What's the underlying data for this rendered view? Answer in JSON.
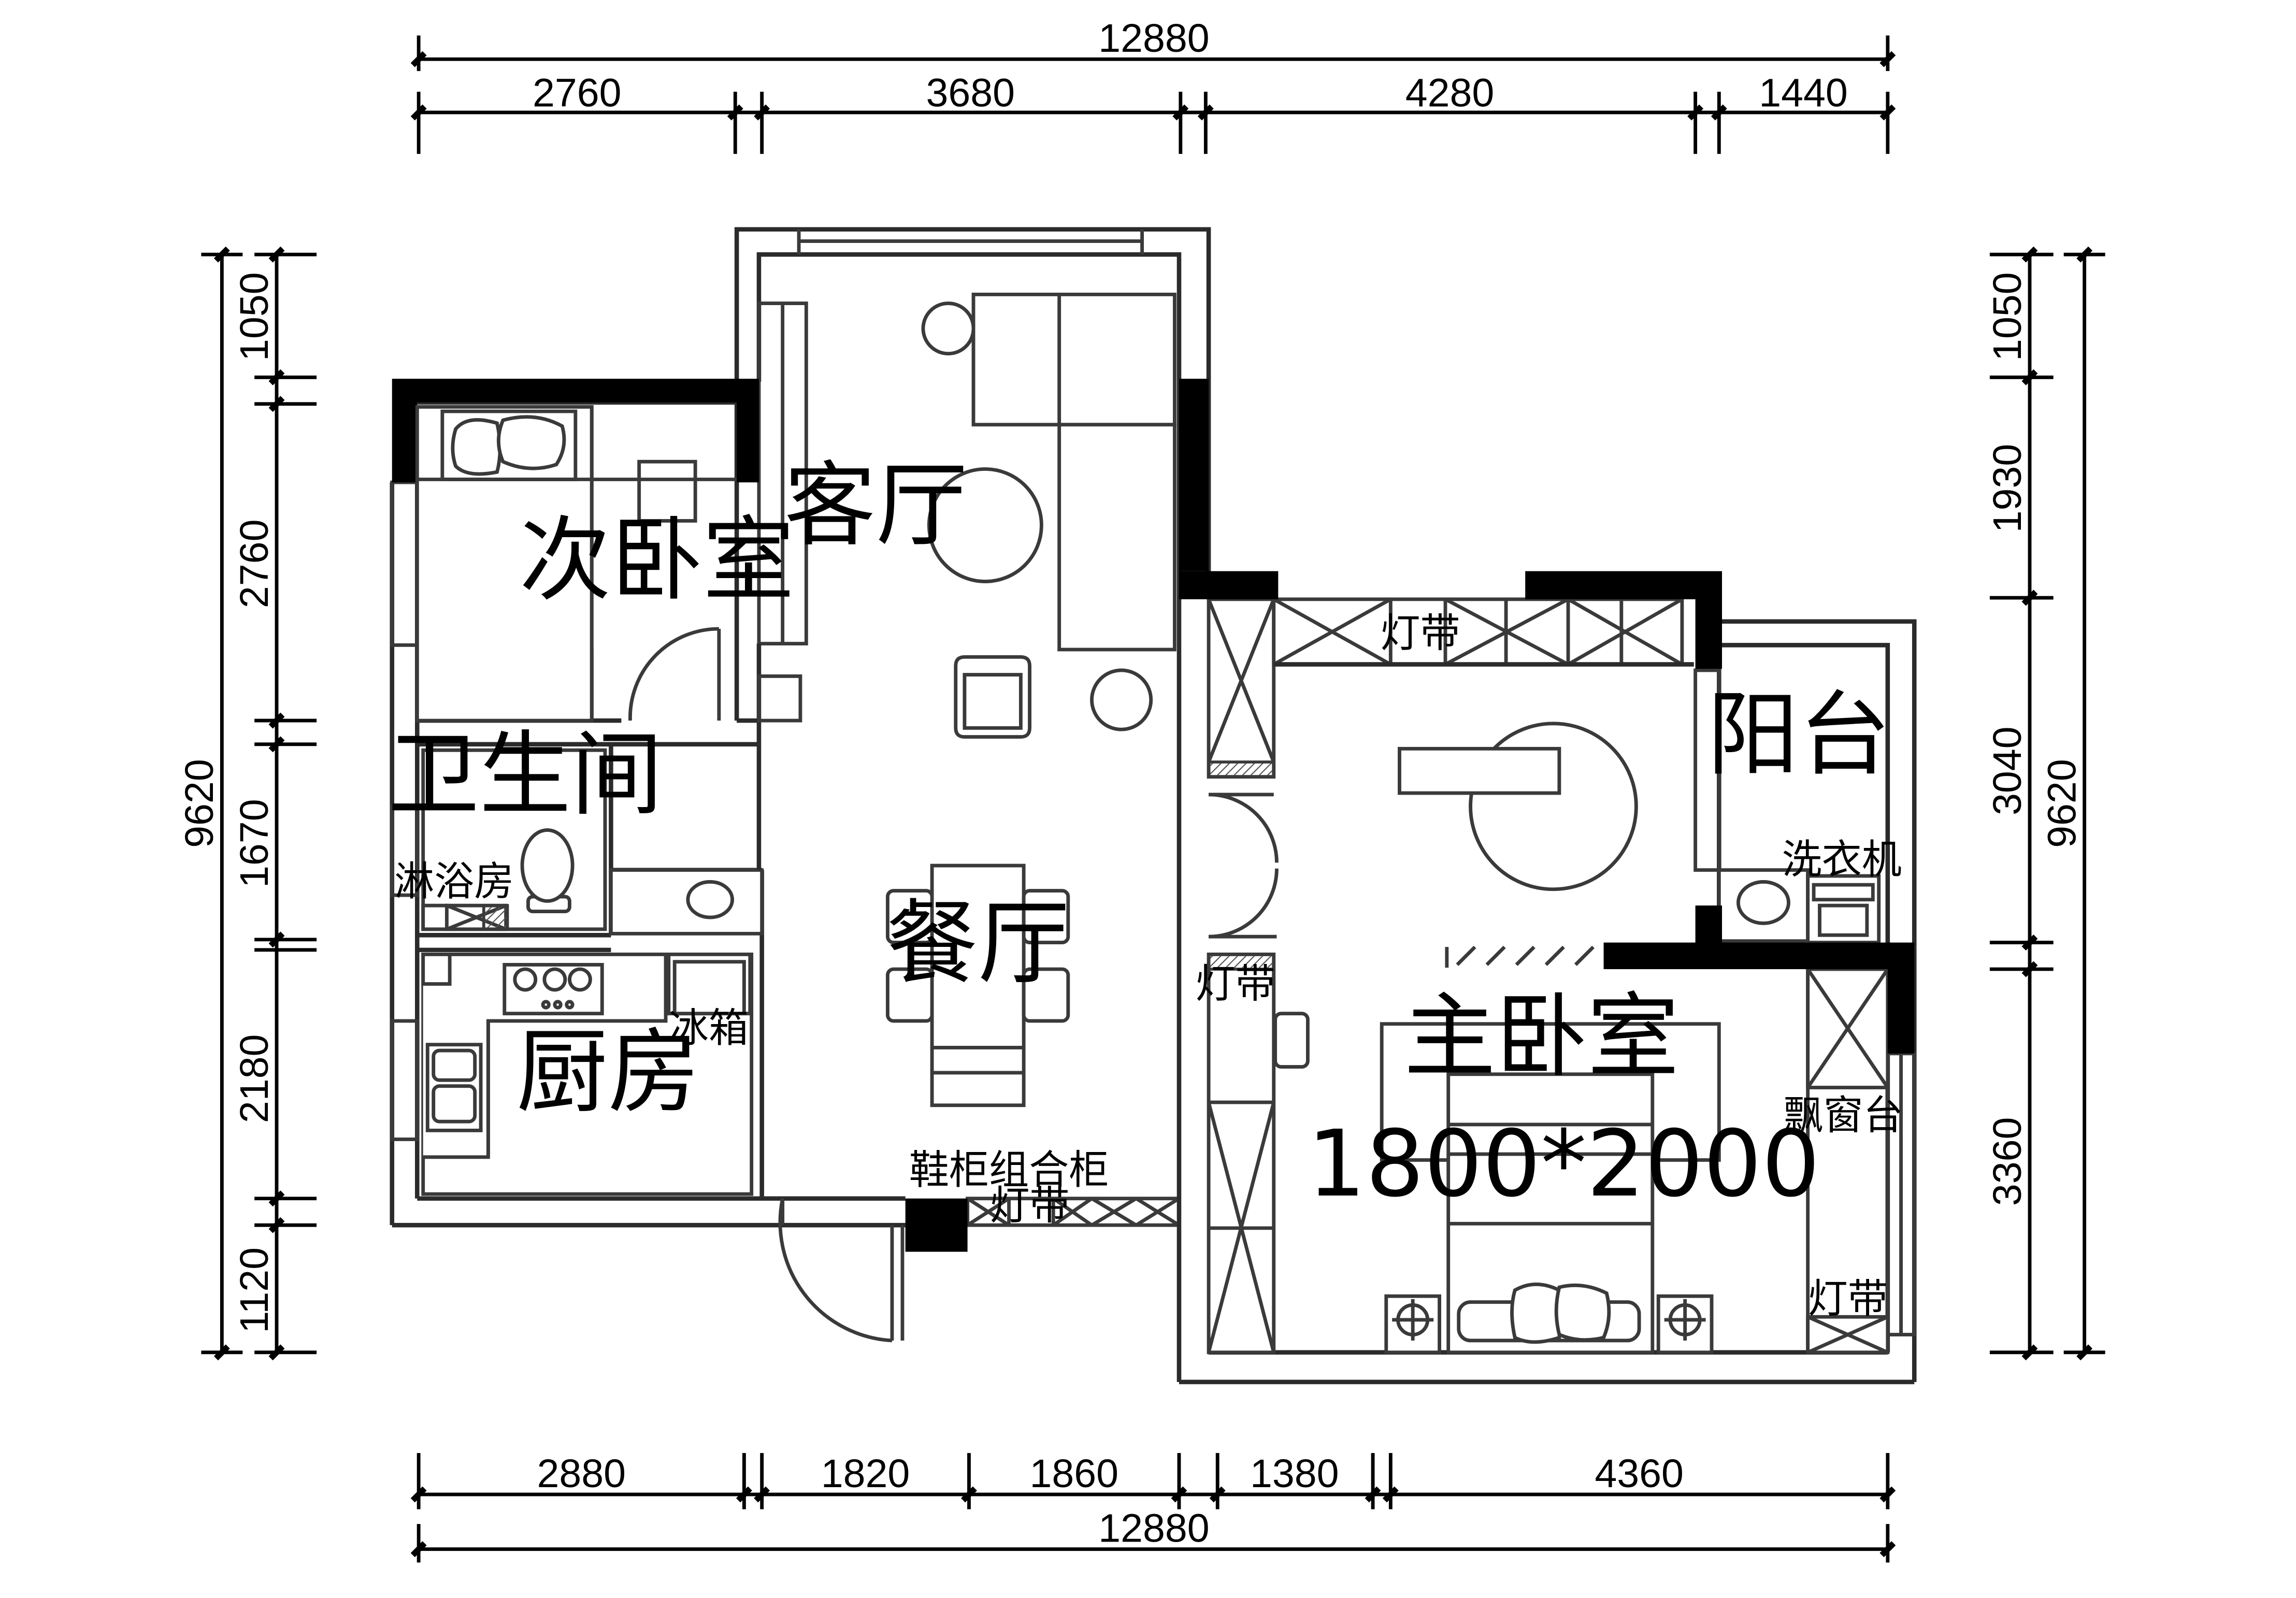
{
  "rooms": {
    "living": "客厅",
    "second_bedroom": "次卧室",
    "bathroom": "卫生间",
    "shower": "淋浴房",
    "kitchen": "厨房",
    "fridge": "冰箱",
    "dining": "餐厅",
    "shoe_cabinet": "鞋柜组合柜",
    "master_bedroom": "主卧室",
    "bed_size": "1800*2000",
    "balcony": "阳台",
    "washer": "洗衣机",
    "bay_window": "飘窗台"
  },
  "light_strip": "灯带",
  "dimensions": {
    "top_total": "12880",
    "top": [
      "2760",
      "3680",
      "4280",
      "1440"
    ],
    "bottom_total": "12880",
    "bottom": [
      "2880",
      "1820",
      "1860",
      "1380",
      "4360"
    ],
    "left_total": "9620",
    "left": [
      "1050",
      "2760",
      "1670",
      "2180",
      "1120"
    ],
    "right_total": "9620",
    "right": [
      "1050",
      "1930",
      "3040",
      "3360"
    ]
  }
}
